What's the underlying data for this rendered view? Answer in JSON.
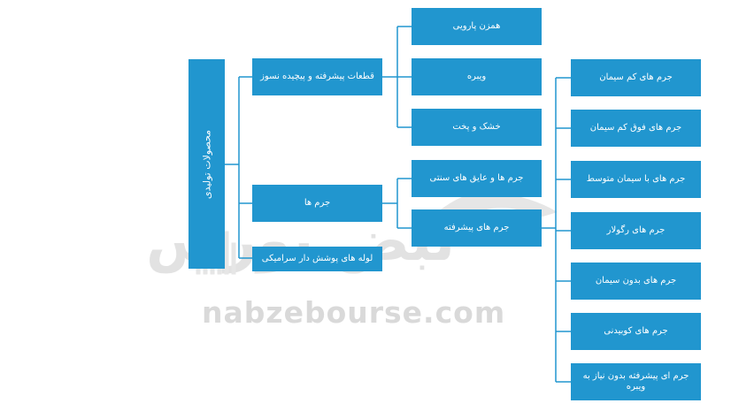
{
  "colors": {
    "box": "#2196cf",
    "text": "#ffffff",
    "line": "#2196cf",
    "watermark": "#d9d9d9"
  },
  "root": {
    "label": "محصولات تولیدی"
  },
  "level1": [
    {
      "label": "قطعات پیشرفته و پیچیده نسوز"
    },
    {
      "label": "جرم ها"
    },
    {
      "label": "لوله های پوشش دار سرامیکی"
    }
  ],
  "level2": [
    {
      "label": "همزن پارویی"
    },
    {
      "label": "ویبره"
    },
    {
      "label": "خشک و پخت"
    },
    {
      "label": "جرم ها و عایق های سنتی"
    },
    {
      "label": "جرم های پیشرفته"
    }
  ],
  "level3": [
    {
      "label": "جرم های کم سیمان"
    },
    {
      "label": "جرم های فوق کم سیمان"
    },
    {
      "label": "جرم های با سیمان متوسط"
    },
    {
      "label": "جرم های رگولار"
    },
    {
      "label": "جرم های بدون سیمان"
    },
    {
      "label": "جرم های کوبیدنی"
    },
    {
      "label": "جرم ای پیشرفته بدون نیاز به ویبره"
    }
  ],
  "watermark": {
    "logo_text": "نبض بورس",
    "url": "nabzebourse.com"
  }
}
